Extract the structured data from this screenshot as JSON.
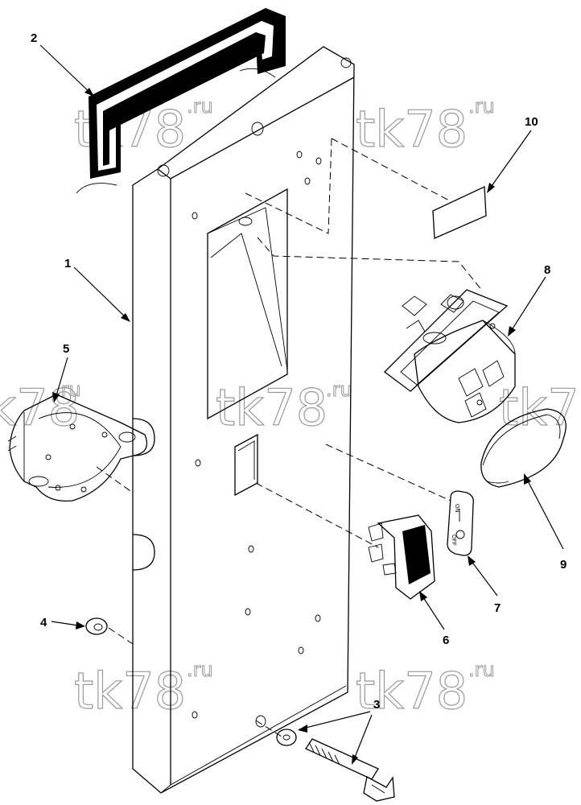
{
  "callouts": [
    {
      "id": "c1",
      "label": "1"
    },
    {
      "id": "c2",
      "label": "2"
    },
    {
      "id": "c3",
      "label": "3"
    },
    {
      "id": "c4",
      "label": "4"
    },
    {
      "id": "c5",
      "label": "5"
    },
    {
      "id": "c6",
      "label": "6"
    },
    {
      "id": "c7",
      "label": "7"
    },
    {
      "id": "c8",
      "label": "8"
    },
    {
      "id": "c9",
      "label": "9"
    },
    {
      "id": "c10",
      "label": "10"
    }
  ],
  "switch_plate": {
    "on_text": "ON",
    "off_text": "OFF"
  },
  "rocker": {
    "on_symbol": "I",
    "off_symbol": "O"
  },
  "watermark": {
    "main": "tk78",
    "suffix": ".ru"
  }
}
